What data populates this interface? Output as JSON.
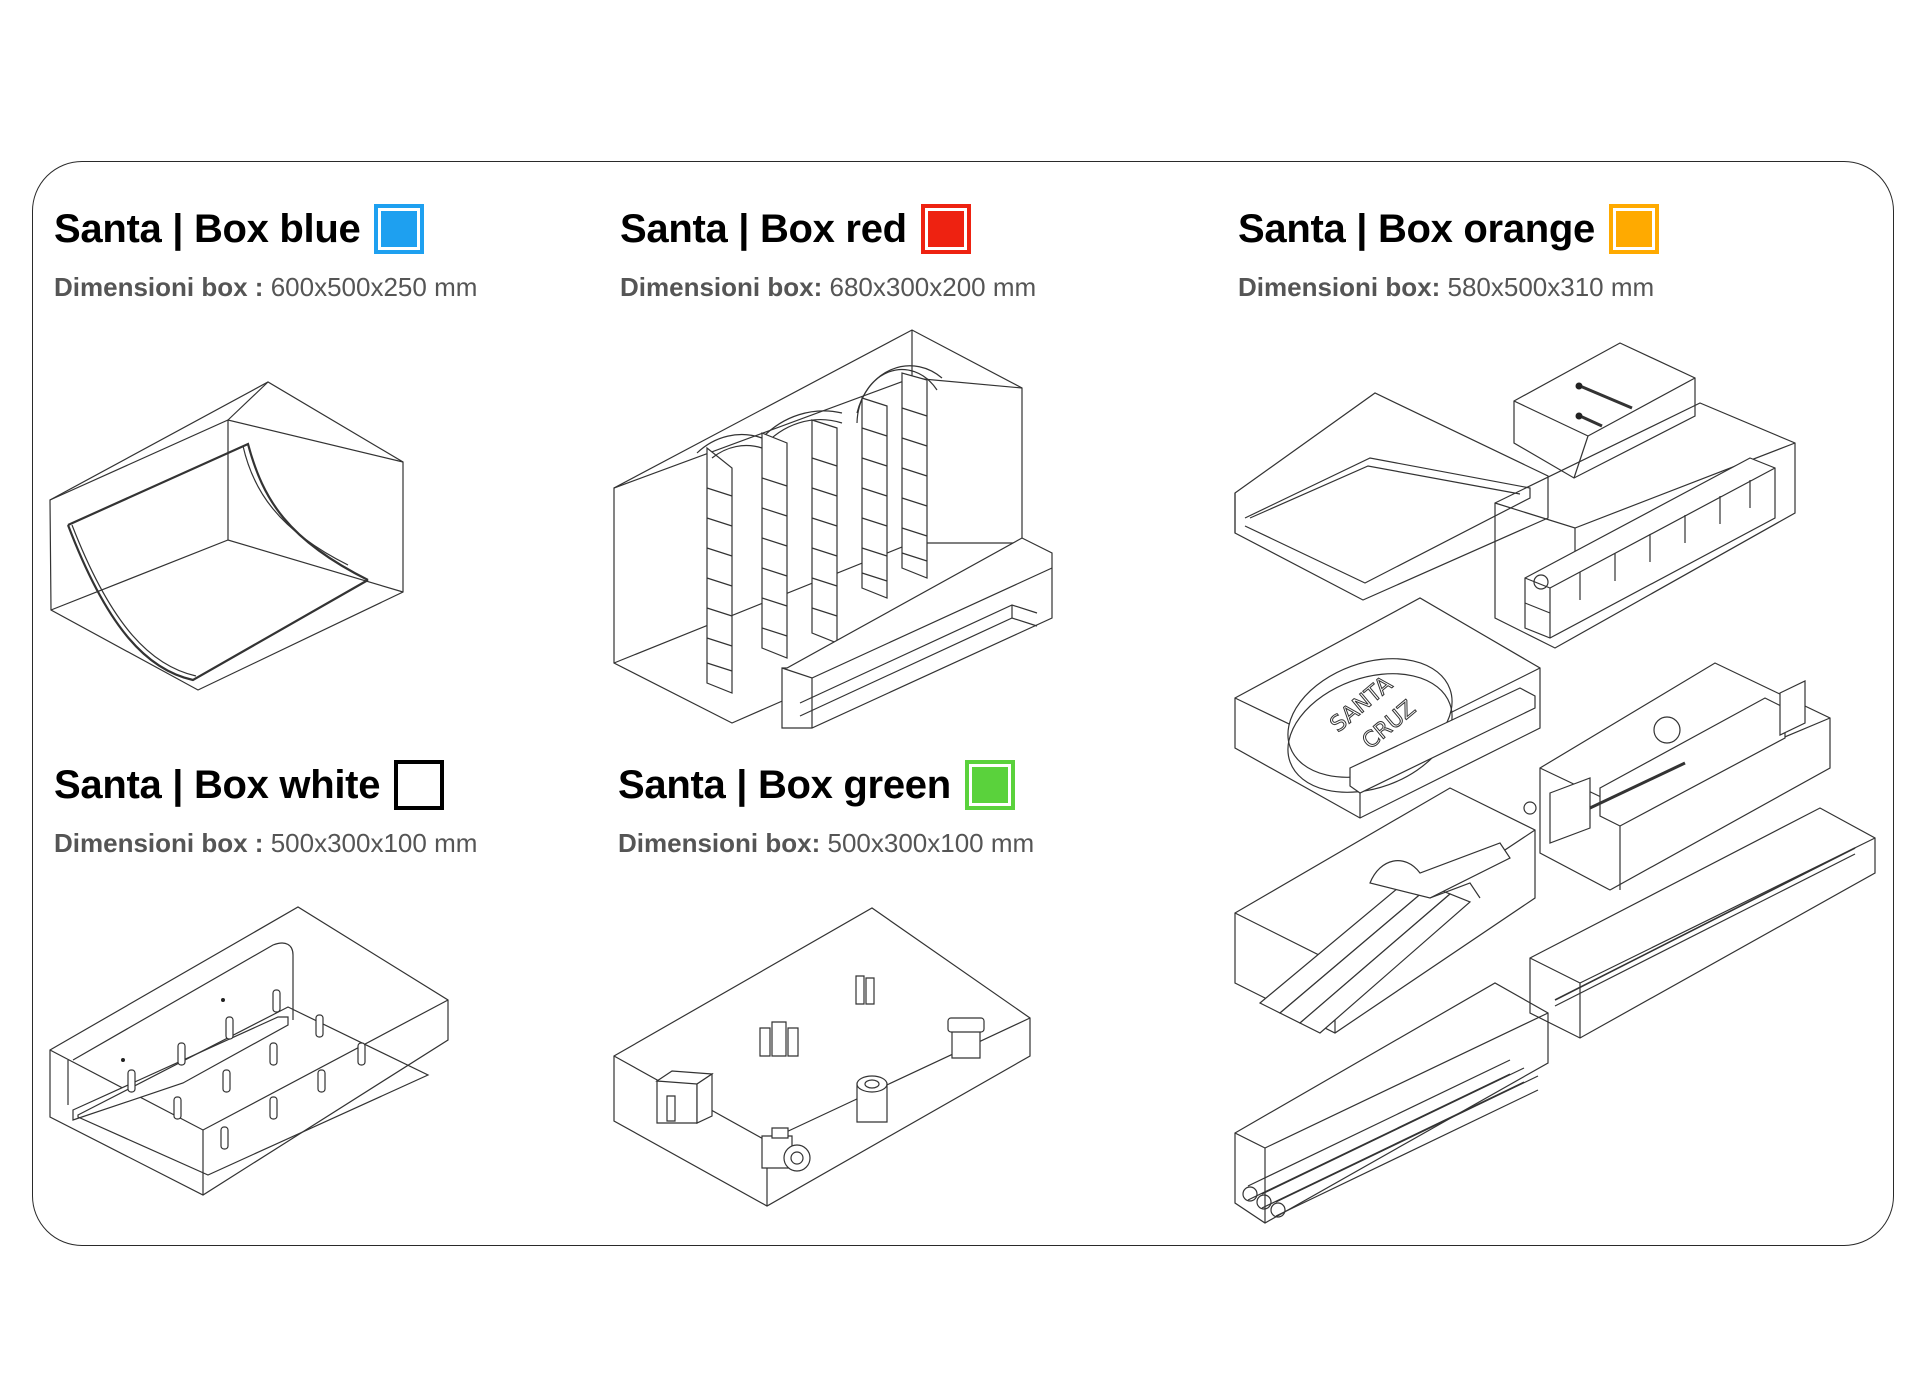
{
  "boxes": {
    "blue": {
      "title": "Santa | Box blue",
      "color": "#1ea0f0",
      "dims_label": "Dimensioni box :",
      "dims_value": "600x500x250 mm",
      "icon": "curved-ramp-box"
    },
    "red": {
      "title": "Santa | Box red",
      "color": "#ee2211",
      "dims_label": "Dimensioni box:",
      "dims_value": "680x300x200 mm",
      "icon": "arc-ramp-frames-box"
    },
    "orange": {
      "title": "Santa | Box orange",
      "color": "#ffaa00",
      "dims_label": "Dimensioni box:",
      "dims_value": "580x500x310 mm",
      "icon": "assorted-parts-boxes"
    },
    "white": {
      "title": "Santa | Box white",
      "color": "#ffffff",
      "dims_label": "Dimensioni box :",
      "dims_value": "500x300x100 mm",
      "icon": "pin-board-box"
    },
    "green": {
      "title": "Santa | Box green",
      "color": "#5ad23c",
      "dims_label": "Dimensioni box:",
      "dims_value": "500x300x100 mm",
      "icon": "small-parts-box"
    }
  },
  "logo_text": "SANTA CRUZ"
}
